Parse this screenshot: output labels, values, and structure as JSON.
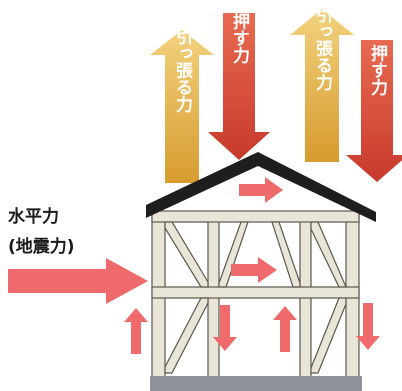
{
  "labels": {
    "horizontal_force": "水平力",
    "seismic_force": "(地震力)"
  },
  "arrows": {
    "pull_left": "引っ張る力",
    "push_left": "押す力",
    "pull_right": "引っ張る力",
    "push_right": "押す力"
  },
  "colors": {
    "pull_arrow": "#e3b54f",
    "push_arrow": "#d84b38",
    "force_arrow": "#ef6b6b",
    "roof": "#1e1e1e",
    "frame": "#c8c3b2",
    "foundation": "#8f949c"
  }
}
